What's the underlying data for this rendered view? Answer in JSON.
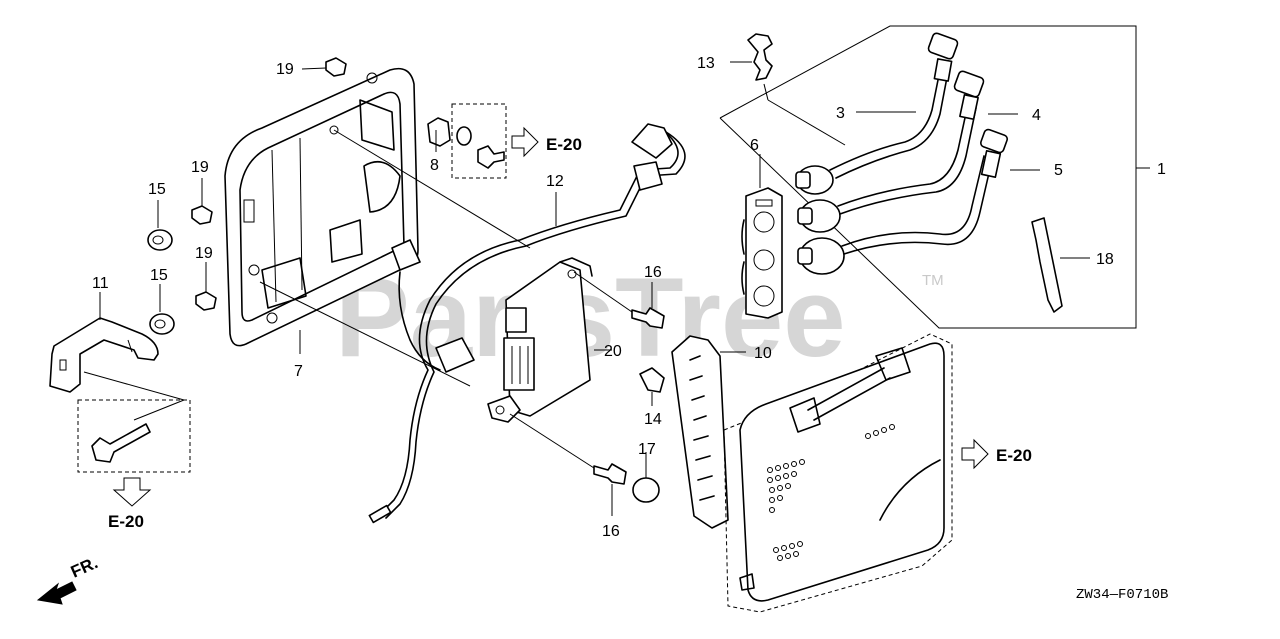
{
  "callouts": [
    {
      "label": "1"
    },
    {
      "label": "3"
    },
    {
      "label": "4"
    },
    {
      "label": "5"
    },
    {
      "label": "6"
    },
    {
      "label": "7"
    },
    {
      "label": "8"
    },
    {
      "label": "10"
    },
    {
      "label": "11"
    },
    {
      "label": "12"
    },
    {
      "label": "13"
    },
    {
      "label": "14"
    },
    {
      "label": "15"
    },
    {
      "label": "15"
    },
    {
      "label": "16"
    },
    {
      "label": "16"
    },
    {
      "label": "17"
    },
    {
      "label": "18"
    },
    {
      "label": "19"
    },
    {
      "label": "19"
    },
    {
      "label": "19"
    },
    {
      "label": "20"
    }
  ],
  "references": [
    {
      "label": "E-20"
    },
    {
      "label": "E-20"
    },
    {
      "label": "E-20"
    }
  ],
  "front_marker": "FR.",
  "diagram_code": "ZW34—F0710B",
  "watermark": "PartsTree",
  "trademark": "TM",
  "colors": {
    "line": "#000000",
    "watermark": "#c9c9c9",
    "background": "#ffffff"
  }
}
